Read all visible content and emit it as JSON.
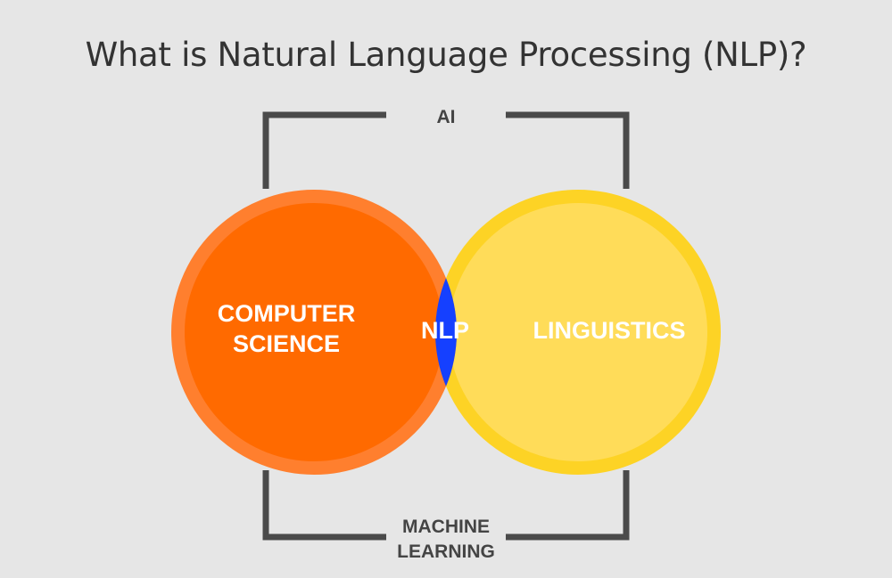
{
  "title": "What is Natural Language Processing (NLP)?",
  "frame": {
    "top_label": "AI",
    "bottom_label_line1": "MACHINE",
    "bottom_label_line2": "LEARNING"
  },
  "circles": {
    "left": {
      "line1": "COMPUTER",
      "line2": "SCIENCE"
    },
    "right": {
      "label": "LINGUISTICS"
    },
    "intersection": {
      "label": "NLP"
    }
  },
  "colors": {
    "background": "#e6e6e6",
    "title": "#333333",
    "frame": "#4a4a4a",
    "left_ring": "#ff7f2e",
    "left_fill": "#ff6a00",
    "right_ring": "#fdd325",
    "right_fill": "#ffdc59",
    "overlap_fill": "#3433b8",
    "overlap_ring": "#1540ff",
    "circle_text": "#ffffff",
    "frame_text": "#444444"
  }
}
